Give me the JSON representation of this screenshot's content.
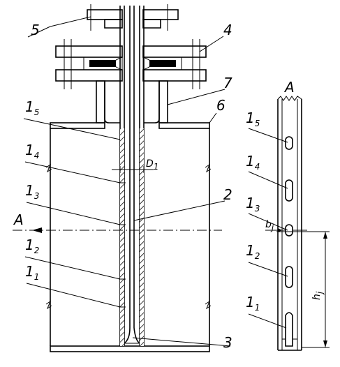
{
  "labels": {
    "part1_main": "1",
    "part1_sub": "1",
    "part1b_main": "1",
    "part1b_sub": "2",
    "part1c_main": "1",
    "part1c_sub": "3",
    "part1d_main": "1",
    "part1d_sub": "4",
    "part1e_main": "1",
    "part1e_sub": "5",
    "part2": "2",
    "part3": "3",
    "part4": "4",
    "part5": "5",
    "part6": "6",
    "part7": "7",
    "section_a_left": "A",
    "section_a_top": "A",
    "diameter_main": "D",
    "diameter_sub": "1",
    "b_main": "b",
    "b_sub": "j",
    "h_main": "h",
    "h_sub": "j",
    "r1_main": "1",
    "r1_sub": "1",
    "r2_main": "1",
    "r2_sub": "2",
    "r3_main": "1",
    "r3_sub": "3",
    "r4_main": "1",
    "r4_sub": "4",
    "r5_main": "1",
    "r5_sub": "5"
  }
}
